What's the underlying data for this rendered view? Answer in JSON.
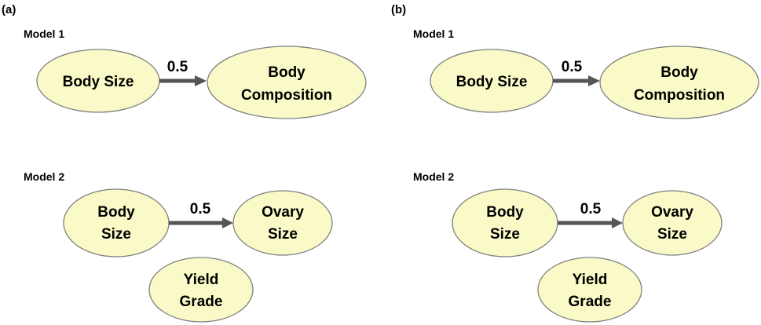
{
  "colors": {
    "node_fill": "#fafac8",
    "node_stroke": "#7f7f7f",
    "arrow": "#555555",
    "text": "#000000"
  },
  "panels": [
    {
      "label": "(a)",
      "model1": {
        "title": "Model 1",
        "node_a": [
          "Body Size"
        ],
        "node_b": [
          "Body",
          "Composition"
        ],
        "edge_label": "0.5"
      },
      "model2": {
        "title": "Model 2",
        "node_a": [
          "Body",
          "Size"
        ],
        "node_b": [
          "Ovary",
          "Size"
        ],
        "node_c": [
          "Yield",
          "Grade"
        ],
        "edge_label": "0.5"
      }
    },
    {
      "label": "(b)",
      "model1": {
        "title": "Model 1",
        "node_a": [
          "Body Size"
        ],
        "node_b": [
          "Body",
          "Composition"
        ],
        "edge_label": "0.5"
      },
      "model2": {
        "title": "Model 2",
        "node_a": [
          "Body",
          "Size"
        ],
        "node_b": [
          "Ovary",
          "Size"
        ],
        "node_c": [
          "Yield",
          "Grade"
        ],
        "edge_label": "0.5"
      }
    }
  ]
}
